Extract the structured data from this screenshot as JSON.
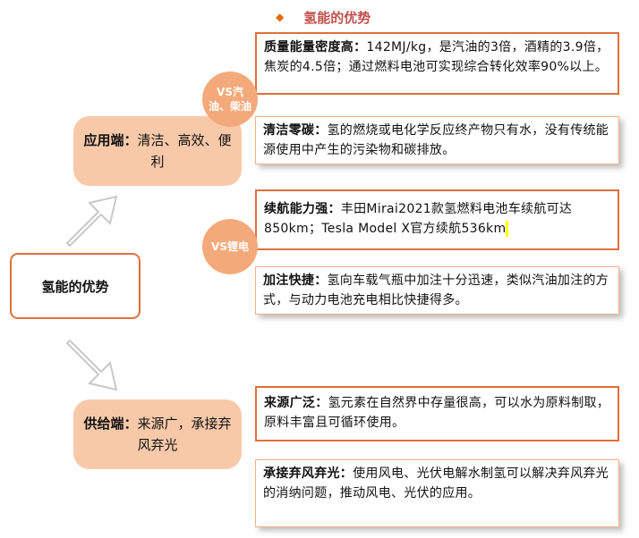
{
  "title": "氢能的优势",
  "center_label": "氢能的优势",
  "application": {
    "label_bold": "应用端：",
    "label_rest": "清洁、高效、便利",
    "vs_oil": "VS汽油、柴油",
    "vs_lithium": "VS锂电",
    "items": [
      {
        "title": "质量能量密度高：",
        "text": "142MJ/kg，是汽油的3倍，酒精的3.9倍，焦炭的4.5倍；通过燃料电池可实现综合转化效率90%以上。"
      },
      {
        "title": "清洁零碳：",
        "text": "氢的燃烧或电化学反应终产物只有水，没有传统能源使用中产生的污染物和碳排放。"
      },
      {
        "title": "续航能力强：",
        "text": "丰田Mirai2021款氢燃料电池车续航可达850km；Tesla Model X官方续航536km"
      },
      {
        "title": "加注快捷：",
        "text": "氢向车载气瓶中加注十分迅速，类似汽油加注的方式，与动力电池充电相比快捷得多。"
      }
    ]
  },
  "supply": {
    "label_bold": "供给端：",
    "label_rest": "来源广，承接弃风弃光",
    "items": [
      {
        "title": "来源广泛：",
        "text": "氢元素在自然界中存量很高，可以水为原料制取，原料丰富且可循环使用。"
      },
      {
        "title": "承接弃风弃光：",
        "text": "使用风电、光伏电解水制氢可以解决弃风弃光的消纳问题，推动风电、光伏的应用。"
      }
    ]
  }
}
